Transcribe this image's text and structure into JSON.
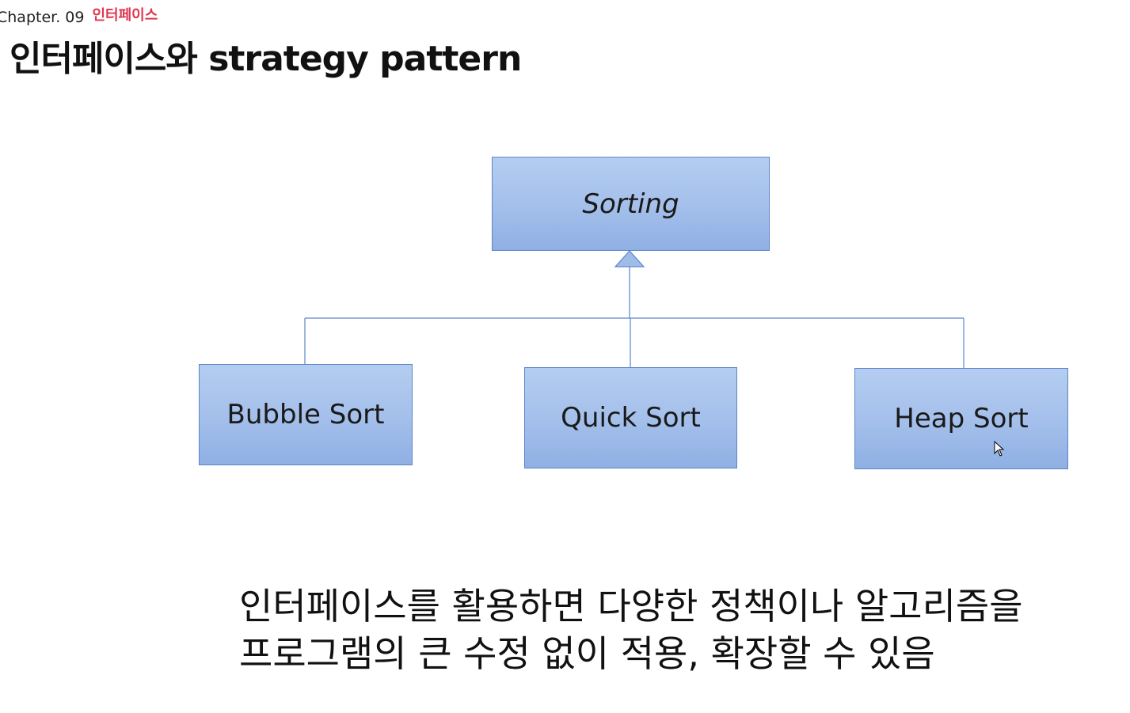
{
  "header": {
    "chapter_label": "Chapter. 09",
    "chapter_topic": "인터페이스"
  },
  "title": "인터페이스와 strategy pattern",
  "diagram": {
    "interface": {
      "name": "Sorting",
      "style": "italic"
    },
    "implementations": [
      {
        "name": "Bubble Sort"
      },
      {
        "name": "Quick Sort"
      },
      {
        "name": "Heap Sort"
      }
    ],
    "relationship": "realization",
    "colors": {
      "box_fill_top": "#b4cdf0",
      "box_fill_bottom": "#8fb0e4",
      "box_border": "#5b86c9",
      "connector": "#5b86c9",
      "chapter_accent": "#e0354e"
    }
  },
  "caption": {
    "line1": "인터페이스를 활용하면 다양한 정책이나 알고리즘을",
    "line2": "프로그램의 큰 수정 없이 적용, 확장할 수 있음"
  }
}
